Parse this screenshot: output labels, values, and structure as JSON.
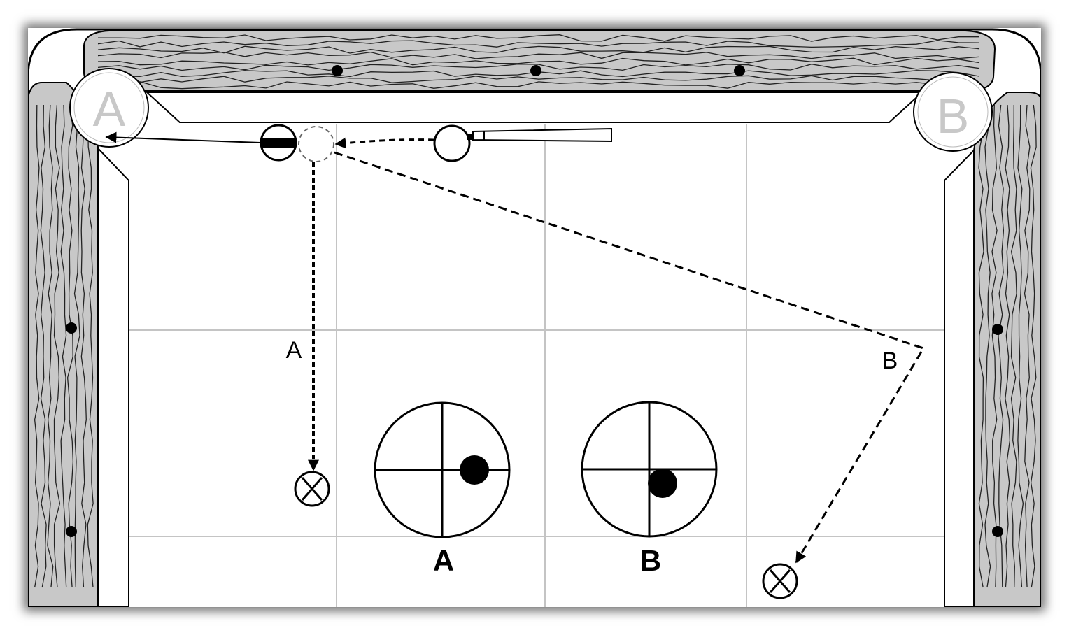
{
  "pockets": {
    "left": "A",
    "right": "B"
  },
  "paths": {
    "a": "A",
    "b": "B"
  },
  "cue_ball_markers": [
    "A",
    "B"
  ],
  "colors": {
    "rail_wood": "#c8c8c8",
    "grain": "#222222",
    "line": "#000000",
    "grid": "#c4c4c4",
    "pocket_label": "#c8c8c8"
  },
  "icons": {
    "target_marker": "circled-x-icon",
    "cue_stick": "cue-stick-icon",
    "cue_tip_marker": "cue-tip-marker-icon"
  }
}
